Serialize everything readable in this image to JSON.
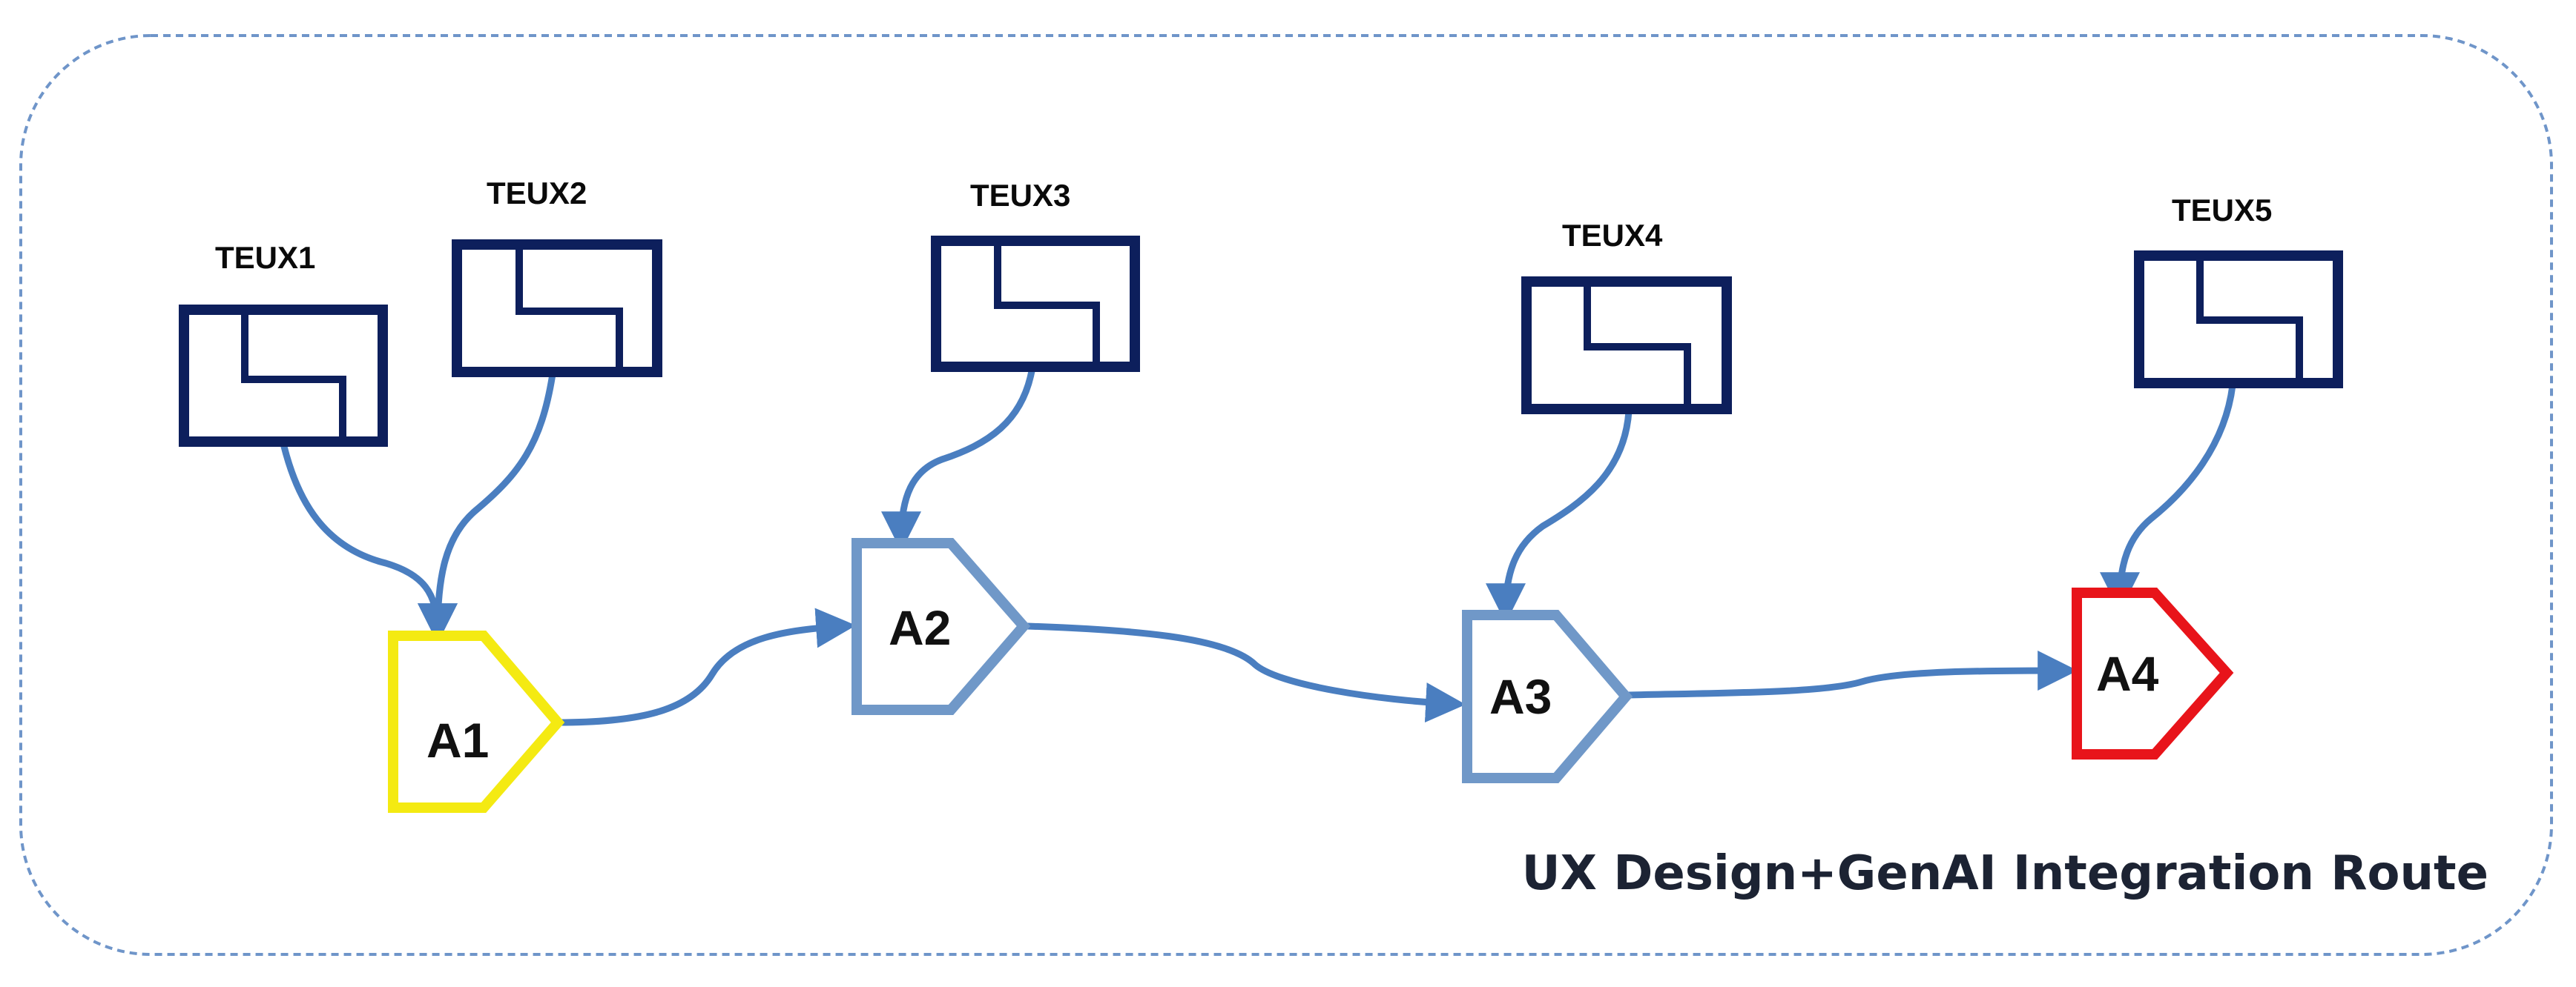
{
  "title": "UX Design+GenAI Integration Route",
  "colors": {
    "frame": "#6f95c9",
    "teux_stroke": "#0d1f5c",
    "connector": "#4a7ec0",
    "a1": "#f4ea12",
    "a2": "#7098c8",
    "a3": "#7098c8",
    "a4": "#e8141a"
  },
  "teux": [
    {
      "label": "TEUX1",
      "feeds": "A1"
    },
    {
      "label": "TEUX2",
      "feeds": "A1"
    },
    {
      "label": "TEUX3",
      "feeds": "A2"
    },
    {
      "label": "TEUX4",
      "feeds": "A3"
    },
    {
      "label": "TEUX5",
      "feeds": "A4"
    }
  ],
  "nodes": [
    {
      "label": "A1"
    },
    {
      "label": "A2"
    },
    {
      "label": "A3"
    },
    {
      "label": "A4"
    }
  ],
  "route": [
    "A1",
    "A2",
    "A3",
    "A4"
  ]
}
